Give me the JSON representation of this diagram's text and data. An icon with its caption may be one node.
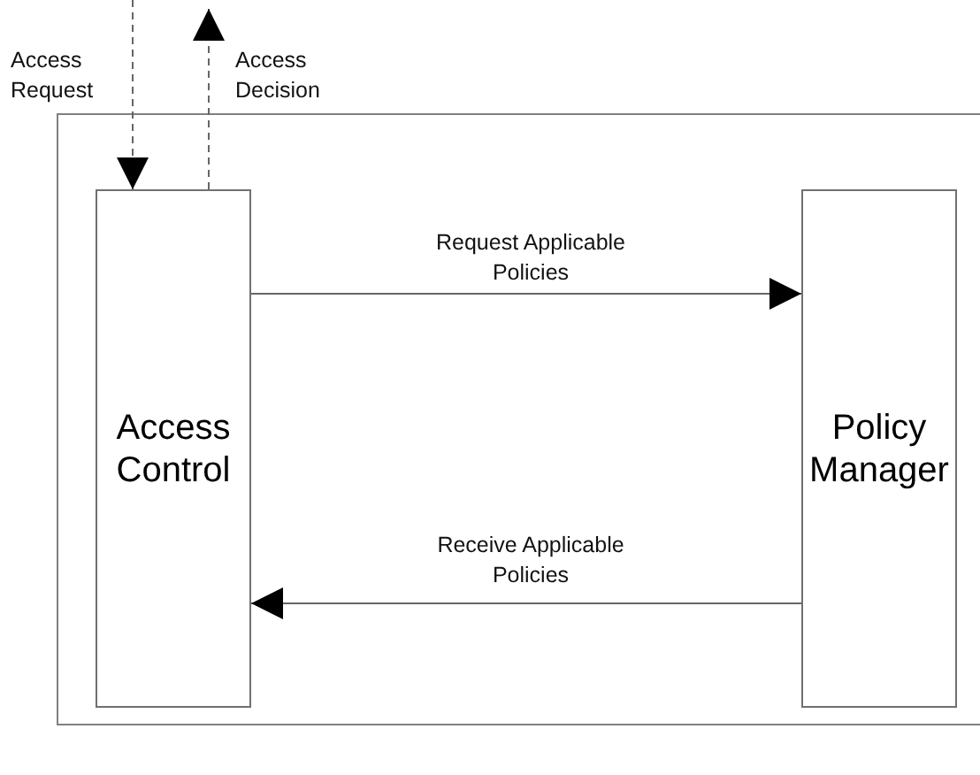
{
  "diagram": {
    "nodes": [
      {
        "text": [
          "Access Control"
        ]
      },
      {
        "text": [
          "Policy Manager"
        ]
      }
    ],
    "edges": [
      {
        "from": null,
        "to": 0,
        "arrow": "to",
        "style": "dashed",
        "label": "Access Request"
      },
      {
        "from": 0,
        "to": null,
        "arrow": "to",
        "style": "dashed",
        "label": "Access Decision"
      },
      {
        "from": 0,
        "to": 1,
        "arrow": "to",
        "label": "Request Applicable Policies"
      },
      {
        "from": 1,
        "to": 0,
        "arrow": "to",
        "label": "Receive Applicable Policies"
      }
    ]
  }
}
